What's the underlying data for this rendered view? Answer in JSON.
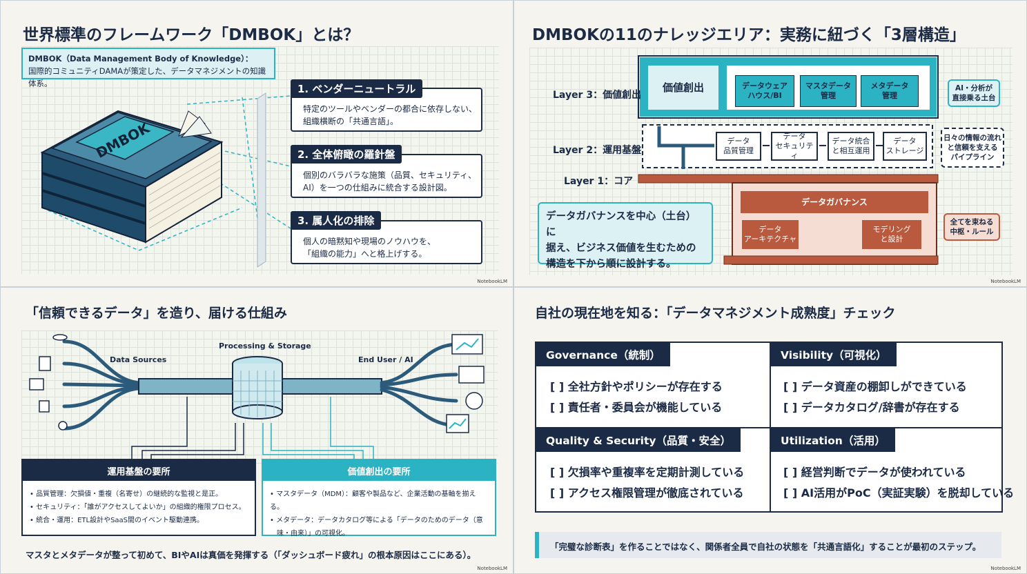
{
  "panel1": {
    "title": "世界標準のフレームワーク「DMBOK」とは？",
    "definition_title": "DMBOK（Data Management Body of Knowledge）：",
    "definition_body": "国際的コミュニティDAMAが策定した、データマネジメントの知識体系。",
    "book_label": "DMBOK",
    "points": [
      {
        "heading": "1. ベンダーニュートラル",
        "line1": "特定のツールやベンダーの都合に依存しない、",
        "line2": "組織横断の「共通言語」。"
      },
      {
        "heading": "2. 全体俯瞰の羅針盤",
        "line1": "個別のバラバラな施策（品質、セキュリティ、",
        "line2": "AI）を一つの仕組みに統合する設計図。"
      },
      {
        "heading": "3. 属人化の排除",
        "line1": "個人の暗黙知や現場のノウハウを、",
        "line2": "「組織の能力」へと格上げする。"
      }
    ],
    "watermark": "NotebookLM"
  },
  "panel2": {
    "title": "DMBOKの11のナレッジエリア：実務に紐づく「3層構造」",
    "layer3_label": "Layer 3：価値創出",
    "layer2_label": "Layer 2：運用基盤",
    "layer1_label": "Layer 1：コア",
    "value_box": "価値創出",
    "layer3_boxes": [
      {
        "l1": "データウェア",
        "l2": "ハウス/BI"
      },
      {
        "l1": "マスタデータ",
        "l2": "管理"
      },
      {
        "l1": "メタデータ",
        "l2": "管理"
      }
    ],
    "layer2_boxes": [
      {
        "l1": "データ",
        "l2": "品質管理"
      },
      {
        "l1": "データ",
        "l2": "セキュリティ"
      },
      {
        "l1": "データ統合",
        "l2": "と相互運用"
      },
      {
        "l1": "データ",
        "l2": "ストレージ"
      }
    ],
    "governance": "データガバナンス",
    "core_left": {
      "l1": "データ",
      "l2": "アーキテクチャ"
    },
    "core_right": {
      "l1": "モデリング",
      "l2": "と設計"
    },
    "callout3": {
      "l1": "AI・分析が",
      "l2": "直接乗る土台"
    },
    "callout2": {
      "l1": "日々の情報の流れ",
      "l2": "と信頼を支える",
      "l3": "パイプライン"
    },
    "callout1": {
      "l1": "全てを束ねる",
      "l2": "中枢・ルール"
    },
    "note": {
      "l1": "データガバナンスを中心（土台）に",
      "l2": "据え、ビジネス価値を生むための",
      "l3": "構造を下から順に設計する。"
    },
    "watermark": "NotebookLM"
  },
  "panel3": {
    "title": "「信頼できるデータ」を造り、届ける仕組み",
    "sources_label": "Data Sources",
    "processing_label": "Processing & Storage",
    "enduser_label": "End User / AI",
    "left_box": {
      "header": "運用基盤の要所",
      "items": [
        "• 品質管理：欠損値・重複（名寄せ）の継続的な監視と是正。",
        "• セキュリティ：「誰がアクセスしてよいか」の組織的権限プロセス。",
        "• 統合・運用：ETL設計やSaaS間のイベント駆動連携。"
      ]
    },
    "right_box": {
      "header": "価値創出の要所",
      "items": [
        "• マスタデータ（MDM）：顧客や製品など、企業活動の基軸を揃える。",
        "• メタデータ：データカタログ等による「データのためのデータ（意",
        "　味・由来）」の可視化。"
      ]
    },
    "footer": "マスタとメタデータが整って初めて、BIやAIは真価を発揮する（「ダッシュボード疲れ」の根本原因はここにある）。",
    "watermark": "NotebookLM"
  },
  "panel4": {
    "title": "自社の現在地を知る：「データマネジメント成熟度」チェック",
    "quadrants": [
      {
        "heading": "Governance（統制）",
        "items": [
          "[ ] 全社方針やポリシーが存在する",
          "[ ] 責任者・委員会が機能している"
        ]
      },
      {
        "heading": "Visibility（可視化）",
        "items": [
          "[ ] データ資産の棚卸しができている",
          "[ ] データカタログ/辞書が存在する"
        ]
      },
      {
        "heading": "Quality & Security（品質・安全）",
        "items": [
          "[ ] 欠損率や重複率を定期計測している",
          "[ ] アクセス権限管理が徹底されている"
        ]
      },
      {
        "heading": "Utilization（活用）",
        "items": [
          "[ ] 経営判断でデータが使われている",
          "[ ] AI活用がPoC（実証実験）を脱却している"
        ]
      }
    ],
    "footer": "「完璧な診断表」を作ることではなく、関係者全員で自社の状態を「共通言語化」することが最初のステップ。",
    "watermark": "NotebookLM"
  },
  "colors": {
    "navy": "#1b2a45",
    "teal": "#2bb3c4",
    "paleTeal": "#dcf1f4",
    "rust": "#b95a3e",
    "paleRust": "#f5ddd3"
  }
}
